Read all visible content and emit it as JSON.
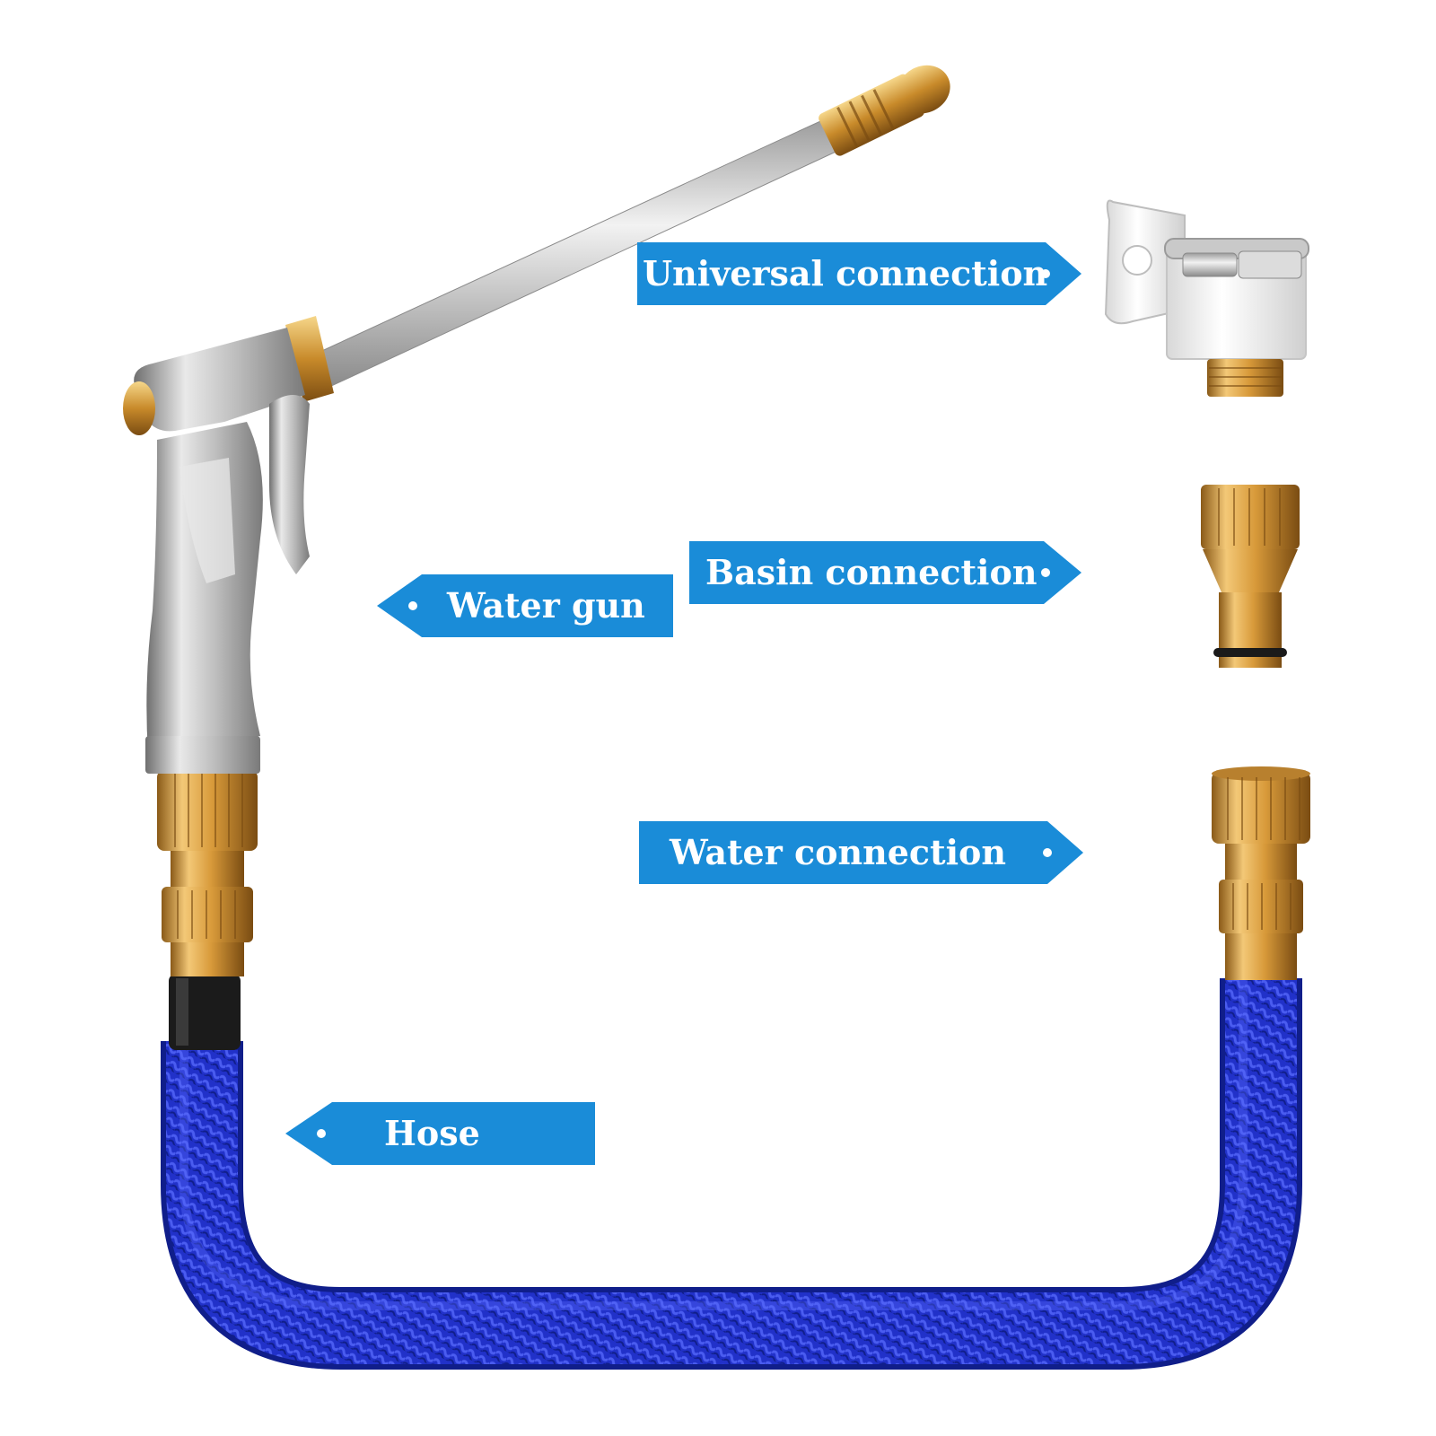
{
  "labels": {
    "universal": "Universal connection",
    "basin": "Basin connection",
    "water_gun": "Water gun",
    "water_connection": "Water connection",
    "hose": "Hose"
  },
  "colors": {
    "label_blue": "#1a8cd8",
    "hose_blue": "#2131c9",
    "hose_blue_dark": "#101e8a",
    "brass": "#d89a3a",
    "brass_light": "#f3c877",
    "brass_dark": "#8a5a18",
    "silver": "#c7c7c7",
    "silver_dark": "#7d7d7d",
    "white_part": "#f4f4f4"
  },
  "icons": {
    "label_arrow": "arrow-tag",
    "bullet": "dot"
  }
}
